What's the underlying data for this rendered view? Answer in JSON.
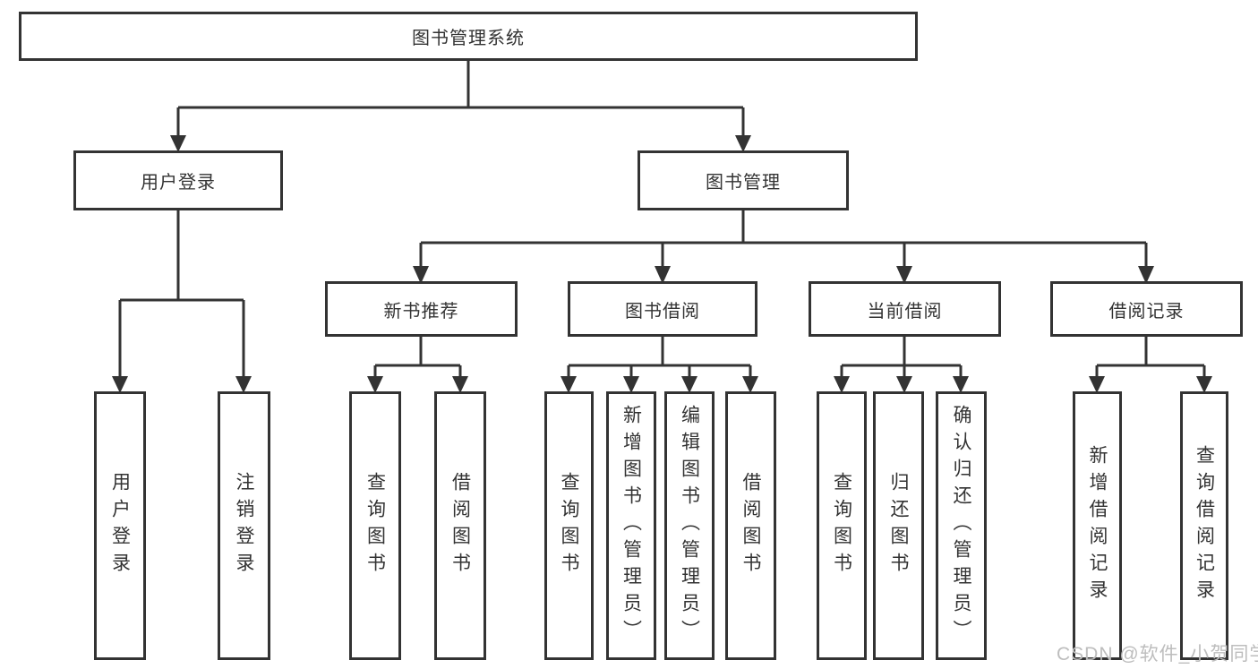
{
  "diagram": {
    "root": {
      "label": "图书管理系统"
    },
    "branches": [
      {
        "label": "用户登录",
        "children": [
          {
            "label": "用户登录"
          },
          {
            "label": "注销登录"
          }
        ]
      },
      {
        "label": "图书管理",
        "children": [
          {
            "label": "新书推荐",
            "children": [
              {
                "label": "查询图书"
              },
              {
                "label": "借阅图书"
              }
            ]
          },
          {
            "label": "图书借阅",
            "children": [
              {
                "label": "查询图书"
              },
              {
                "label": "新增图书（管理员）"
              },
              {
                "label": "编辑图书（管理员）"
              },
              {
                "label": "借阅图书"
              }
            ]
          },
          {
            "label": "当前借阅",
            "children": [
              {
                "label": "查询图书"
              },
              {
                "label": "归还图书"
              },
              {
                "label": "确认归还（管理员）"
              }
            ]
          },
          {
            "label": "借阅记录",
            "children": [
              {
                "label": "新增借阅记录"
              },
              {
                "label": "查询借阅记录"
              }
            ]
          }
        ]
      }
    ]
  },
  "watermark": {
    "text": "CSDN @软件_小贺同学"
  },
  "colors": {
    "line": "#333333",
    "box_border": "#333333",
    "box_background": "#ffffff",
    "text": "#333333",
    "watermark": "#bdbdbd"
  }
}
